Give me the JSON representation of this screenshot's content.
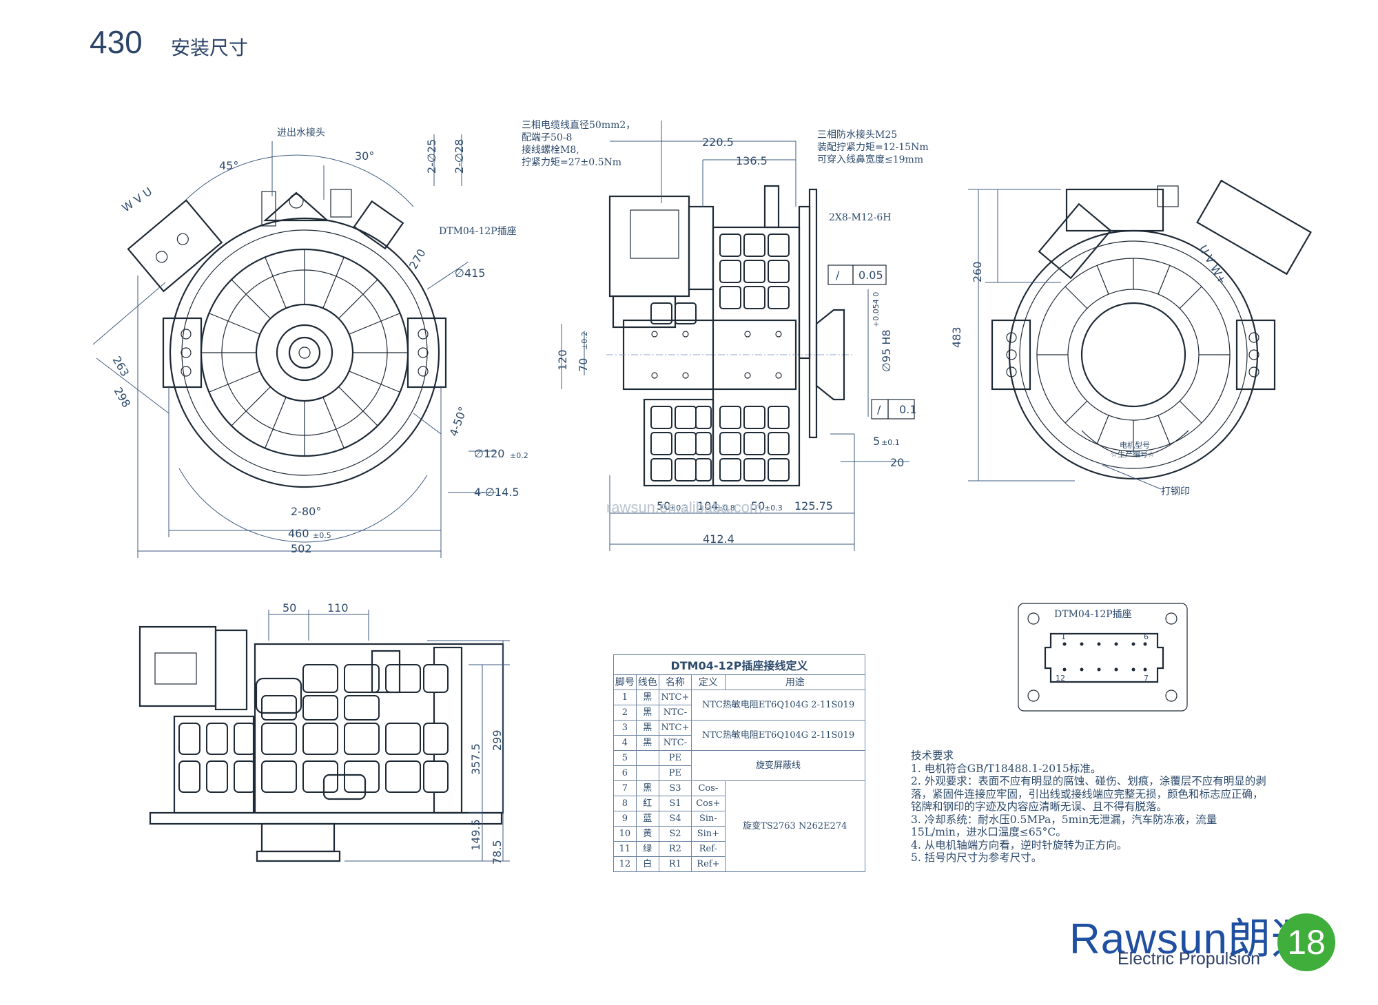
{
  "header": {
    "number": "430",
    "title": "安装尺寸"
  },
  "front_view": {
    "labels": {
      "inlet": "进出水接头",
      "phases": "W V U",
      "angle45": "45°",
      "angle30": "30°",
      "hole25": "2-∅25",
      "hole28": "2-∅28",
      "connector": "DTM04-12P插座",
      "d270": "270",
      "d415": "∅415",
      "d263": "263",
      "d298": "298",
      "a450": "4-50°",
      "d120": "∅120",
      "d120_tol": "±0.2",
      "d145": "4-∅14.5",
      "a280": "2-80°",
      "w460": "460",
      "w460_tol": "±0.5",
      "w502": "502"
    }
  },
  "side_view": {
    "notes_left": [
      "三相电缆线直径50mm2，",
      "配端子50-8",
      "接线螺栓M8,",
      "拧紧力矩=27±0.5Nm"
    ],
    "notes_right": [
      "三相防水接头M25",
      "装配拧紧力矩=12-15Nm",
      "可穿入线鼻宽度≤19mm"
    ],
    "labels": {
      "d2205": "220.5",
      "d1365": "136.5",
      "thread": "2X8-M12-6H",
      "tol005": "0.05",
      "tol01": "0.1",
      "d95": "∅95 H8",
      "d95_tol": "+0.054 0",
      "h120": "120",
      "h70": "70",
      "h70_tol": "±0.2",
      "d5": "5",
      "d5_tol": "±0.1",
      "d20": "20",
      "s50a": "50",
      "s104": "104",
      "s50b": "50",
      "s_tol3": "±0.3",
      "s_tol8": "±0.8",
      "s12575": "125.75",
      "s4124": "412.4"
    }
  },
  "rear_view": {
    "labels": {
      "h260": "260",
      "h483": "483",
      "uvw": "U V W+",
      "plate1": "电机型号",
      "plate2": "☆生产编号☆",
      "stamp": "打钢印"
    }
  },
  "bottom_view": {
    "labels": {
      "d50": "50",
      "d110": "110",
      "d3575": "357.5",
      "d299": "299",
      "d1495": "149.5",
      "d785": "78.5"
    }
  },
  "connector_box": {
    "title": "DTM04-12P插座",
    "pin1": "1",
    "pin6": "6",
    "pin12": "12",
    "pin7": "7"
  },
  "pin_table": {
    "title": "DTM04-12P插座接线定义",
    "headers": [
      "脚号",
      "线色",
      "名称",
      "定义",
      "用途"
    ],
    "rows": [
      [
        "1",
        "黑",
        "NTC+"
      ],
      [
        "2",
        "黑",
        "NTC-"
      ],
      [
        "3",
        "黑",
        "NTC+"
      ],
      [
        "4",
        "黑",
        "NTC-"
      ],
      [
        "5",
        "",
        "PE"
      ],
      [
        "6",
        "",
        "PE"
      ],
      [
        "7",
        "黑",
        "S3",
        "Cos-"
      ],
      [
        "8",
        "红",
        "S1",
        "Cos+"
      ],
      [
        "9",
        "蓝",
        "S4",
        "Sin-"
      ],
      [
        "10",
        "黄",
        "S2",
        "Sin+"
      ],
      [
        "11",
        "绿",
        "R2",
        "Ref-"
      ],
      [
        "12",
        "白",
        "R1",
        "Ref+"
      ]
    ],
    "merged": {
      "ntc_a": "NTC热敏电阻ET6Q104G 2-11S019",
      "ntc_b": "NTC热敏电阻ET6Q104G 2-11S019",
      "pe": "旋变屏蔽线",
      "resolver": "旋变TS2763 N262E274"
    }
  },
  "tech": {
    "title": "技术要求",
    "items": [
      "1. 电机符合GB/T18488.1-2015标准。",
      "2. 外观要求：表面不应有明显的腐蚀、碰伤、划痕，涂覆层不应有明显的剥落，紧固件连接应牢固，引出线或接线端应完整无损，颜色和标志应正确，铭牌和钢印的字迹及内容应清晰无误、且不得有脱落。",
      "3. 冷却系统：耐水压0.5MPa，5min无泄漏，汽车防冻液，流量15L/min，进水口温度≤65°C。",
      "4. 从电机轴端方向看，逆时针旋转为正方向。",
      "5. 括号内尺寸为参考尺寸。"
    ]
  },
  "brand": {
    "name": "Rawsun朗迅",
    "sub": "Electric Propulsion",
    "page": "18",
    "watermark": "rawsun.en.alibaba.com"
  },
  "colors": {
    "brand_blue": "#1f4fa0",
    "badge_green": "#3fae3a",
    "dim_blue": "#2d4a6b"
  }
}
